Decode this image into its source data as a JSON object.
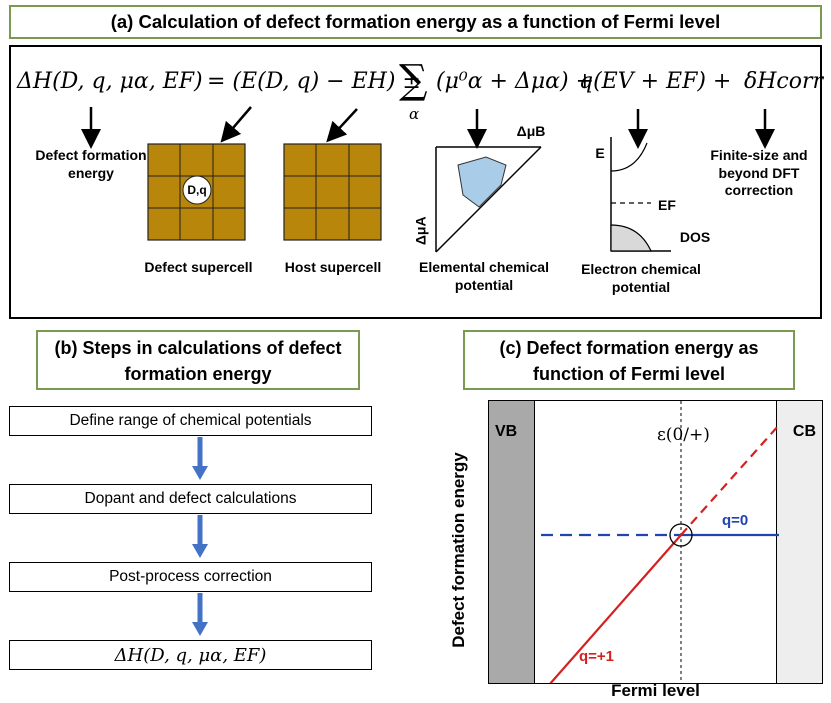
{
  "panel_a": {
    "title": "(a) Calculation of defect formation energy as a function of Fermi level",
    "equation": {
      "lhs": "ΔH(D, q, μα, EF)",
      "term1": "= (E(D, q) − EH) ±",
      "sum_symbol": "∑",
      "sum_index": "α",
      "term2": "(μ⁰α + Δμα) +",
      "term3": "q(EV + EF) +",
      "term4": "δHcorr"
    },
    "labels": {
      "defect_energy": "Defect formation energy",
      "defect_supercell": "Defect supercell",
      "host_supercell": "Host supercell",
      "elemental_potential": "Elemental chemical potential",
      "electron_potential": "Electron chemical potential",
      "correction": "Finite-size and beyond DFT correction"
    },
    "defect_site_label": "D,q",
    "triangle_axis_b": "ΔμB",
    "triangle_axis_a": "ΔμA",
    "dos_axis_y": "E",
    "dos_axis_x": "DOS",
    "dos_fermi": "EF",
    "colors": {
      "supercell": "#b8860b",
      "region": "#a9cde8",
      "dos_fill": "#d9d9d9"
    }
  },
  "panel_b": {
    "title": "(b) Steps in calculations of defect formation energy",
    "steps": [
      "Define range of chemical potentials",
      "Dopant and defect calculations",
      "Post-process correction",
      "ΔH(D, q, μα, EF)"
    ],
    "arrow_color": "#4472c4"
  },
  "panel_c": {
    "title": "(c) Defect formation energy as function of Fermi level",
    "chart_data": {
      "type": "line",
      "xlabel": "Fermi level",
      "ylabel": "Defect formation energy",
      "band_left": "VB",
      "band_right": "CB",
      "transition_label": "ε(0/+)",
      "series": [
        {
          "name": "q=0",
          "color": "#2144b0"
        },
        {
          "name": "q=+1",
          "color": "#d42020"
        }
      ]
    }
  }
}
